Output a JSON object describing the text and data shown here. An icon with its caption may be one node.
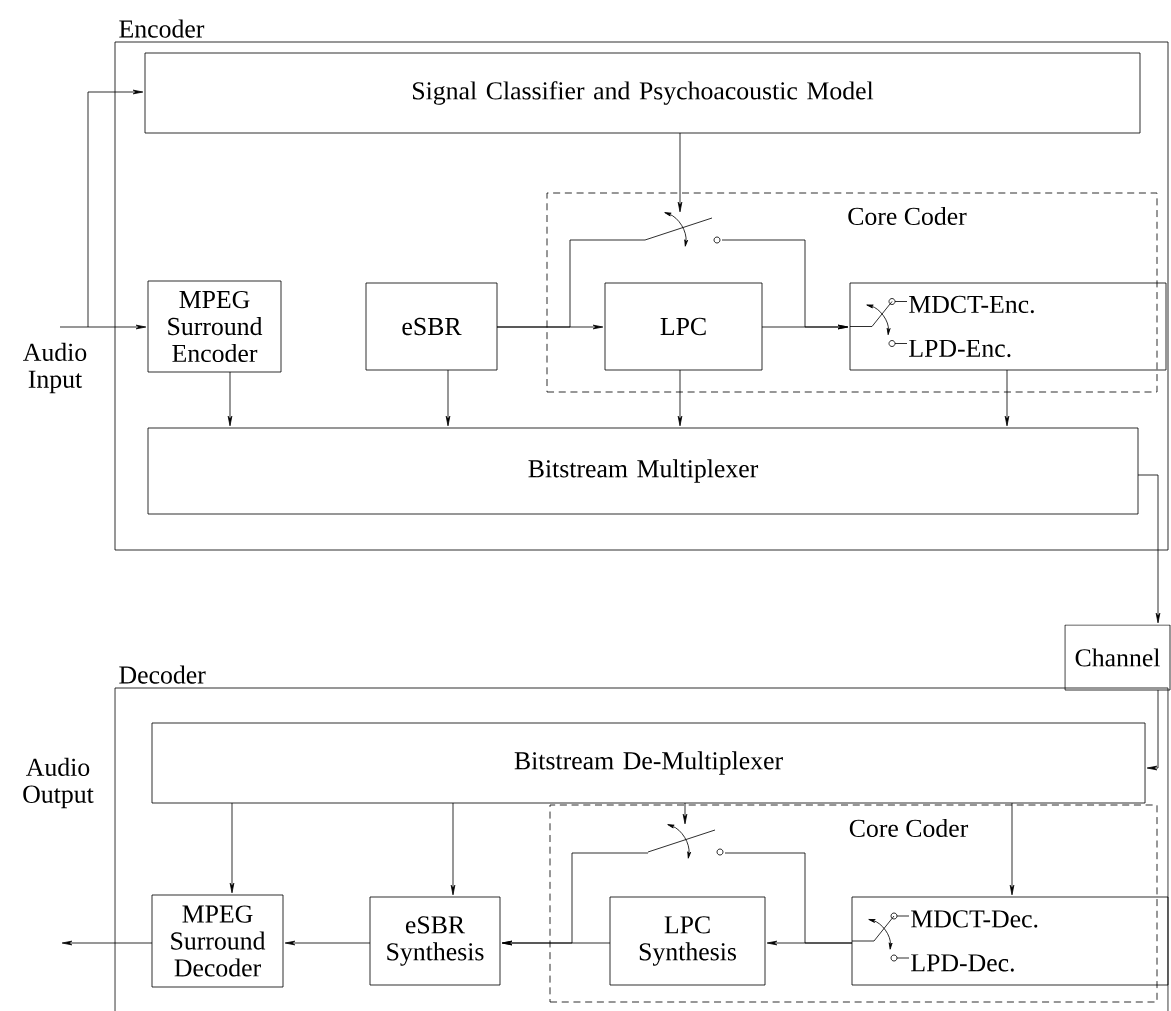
{
  "diagram": {
    "nodes": [
      {
        "text": [
          "Encoder"
        ]
      },
      {
        "text": [
          "Signal Classifier and Psychoacoustic Model"
        ],
        "in": 0
      },
      {
        "text": [
          "Core Coder"
        ],
        "in": 0
      },
      {
        "text": [
          "MPEG Surround Encoder"
        ],
        "in": 0
      },
      {
        "text": [
          "eSBR"
        ],
        "in": 0
      },
      {
        "text": [
          "LPC"
        ],
        "in": 2
      },
      {
        "text": [
          "MDCT-Enc.",
          "LPD-Enc."
        ],
        "in": 2
      },
      {
        "text": [
          "Bitstream Multiplexer"
        ],
        "in": 0
      },
      {
        "text": [
          "Channel"
        ]
      },
      {
        "text": [
          "Decoder"
        ]
      },
      {
        "text": [
          "Bitstream De-Multiplexer"
        ],
        "in": 9
      },
      {
        "text": [
          "Core Coder"
        ],
        "in": 9
      },
      {
        "text": [
          "MPEG Surround Decoder"
        ],
        "in": 9
      },
      {
        "text": [
          "eSBR Synthesis"
        ],
        "in": 9
      },
      {
        "text": [
          "LPC Synthesis"
        ],
        "in": 11
      },
      {
        "text": [
          "MDCT-Dec.",
          "LPD-Dec."
        ],
        "in": 11
      },
      {
        "text": [],
        "shape": "switch",
        "in": 2
      },
      {
        "text": [],
        "shape": "switch",
        "in": 11
      }
    ],
    "edges": [
      {
        "from": null,
        "to": 3,
        "arrow": "to"
      },
      {
        "from": null,
        "to": 1,
        "arrow": "to"
      },
      {
        "from": 4,
        "to": 5,
        "arrow": "to"
      },
      {
        "from": 4,
        "to": 16,
        "arrow": "none"
      },
      {
        "from": 16,
        "to": 6,
        "arrow": "to"
      },
      {
        "from": 5,
        "to": 6,
        "arrow": "to"
      },
      {
        "from": 1,
        "to": 16,
        "arrow": "to"
      },
      {
        "from": 3,
        "to": 7,
        "arrow": "to"
      },
      {
        "from": 4,
        "to": 7,
        "arrow": "to"
      },
      {
        "from": 5,
        "to": 7,
        "arrow": "to"
      },
      {
        "from": 6,
        "to": 7,
        "arrow": "to"
      },
      {
        "from": 7,
        "to": 8,
        "arrow": "to"
      },
      {
        "from": 8,
        "to": 10,
        "arrow": "to"
      },
      {
        "from": 10,
        "to": 12,
        "arrow": "to"
      },
      {
        "from": 10,
        "to": 13,
        "arrow": "to"
      },
      {
        "from": 10,
        "to": 17,
        "arrow": "to"
      },
      {
        "from": 10,
        "to": 15,
        "arrow": "to"
      },
      {
        "from": 15,
        "to": 14,
        "arrow": "to"
      },
      {
        "from": 15,
        "to": 17,
        "arrow": "none"
      },
      {
        "from": 17,
        "to": 13,
        "arrow": "to"
      },
      {
        "from": 14,
        "to": 13,
        "arrow": "to"
      },
      {
        "from": 13,
        "to": 12,
        "arrow": "to"
      },
      {
        "from": 12,
        "to": null,
        "arrow": "to"
      }
    ],
    "labels": [
      "Audio Input",
      "Audio Output"
    ]
  }
}
